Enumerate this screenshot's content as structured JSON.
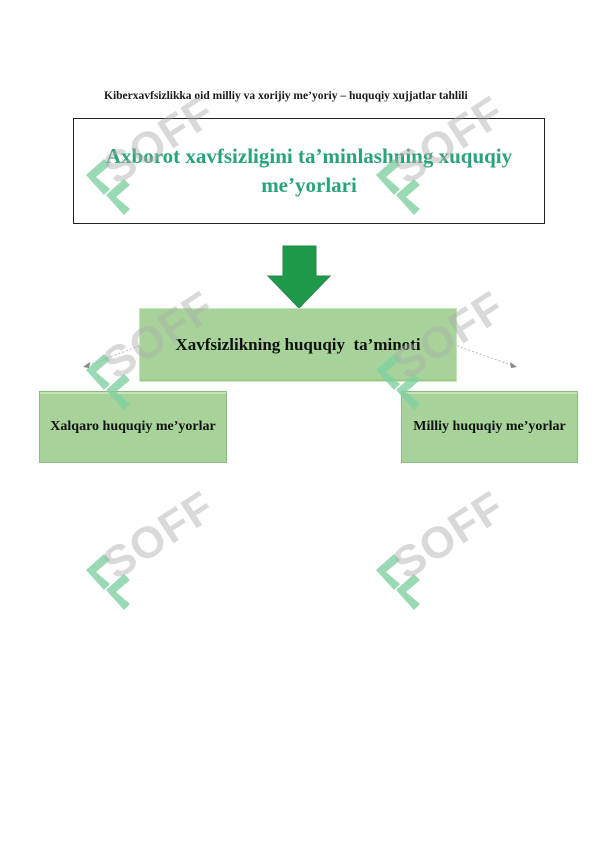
{
  "document": {
    "heading": "Kiberxavfsizlikka oid milliy va  xorijiy me’yoriy – huquqiy  xujjatlar tahlili"
  },
  "diagram": {
    "title": "Axborot xavfsizligini ta’minlashning xuquqiy me’yorlari",
    "main_node": "Xavfsizlikning huquqiy  ta’minoti",
    "left_node": "Xalqaro huquqiy me’yorlar",
    "right_node": "Milliy huquqiy me’yorlar"
  },
  "watermark": {
    "text": "SOFF",
    "color": "#aaaaaa",
    "icon_color": "#7fcfa0"
  },
  "colors": {
    "title_text": "#2aa378",
    "arrow": "#1f9a4a",
    "box_fill": "#a7d39a"
  }
}
